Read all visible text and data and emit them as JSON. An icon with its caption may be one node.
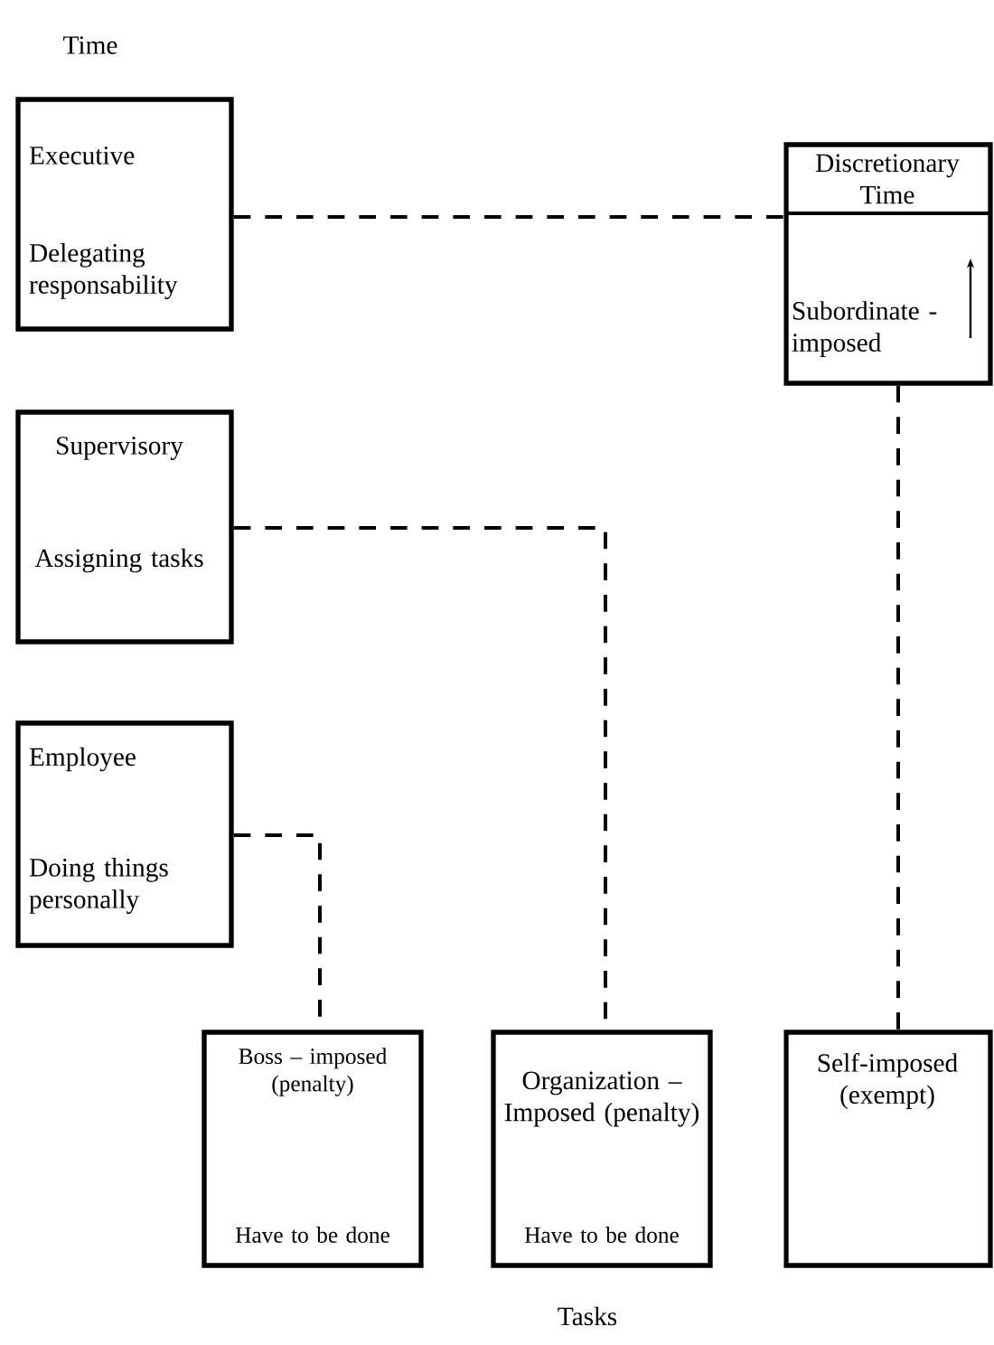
{
  "diagram": {
    "nodes": [
      {
        "text": [
          "Executive",
          "Delegating responsability"
        ]
      },
      {
        "text": [
          "Discretionary Time",
          "Subordinate - imposed"
        ]
      },
      {
        "text": [
          "Supervisory",
          "Assigning tasks"
        ]
      },
      {
        "text": [
          "Employee",
          "Doing things personally"
        ]
      },
      {
        "text": [
          "Boss – imposed (penalty)",
          "Have to be done"
        ]
      },
      {
        "text": [
          "Organization – Imposed (penalty)",
          "Have to be done"
        ]
      },
      {
        "text": [
          "Self-imposed (exempt)"
        ]
      }
    ],
    "edges": [
      {
        "from": 0,
        "to": 1,
        "arrow": "none",
        "style": "dashed"
      },
      {
        "from": 2,
        "to": 5,
        "arrow": "none",
        "style": "dashed"
      },
      {
        "from": 3,
        "to": 4,
        "arrow": "none",
        "style": "dashed"
      },
      {
        "from": 1,
        "to": 6,
        "arrow": "none",
        "style": "dashed"
      }
    ],
    "labels": [
      "Time",
      "Tasks"
    ]
  }
}
